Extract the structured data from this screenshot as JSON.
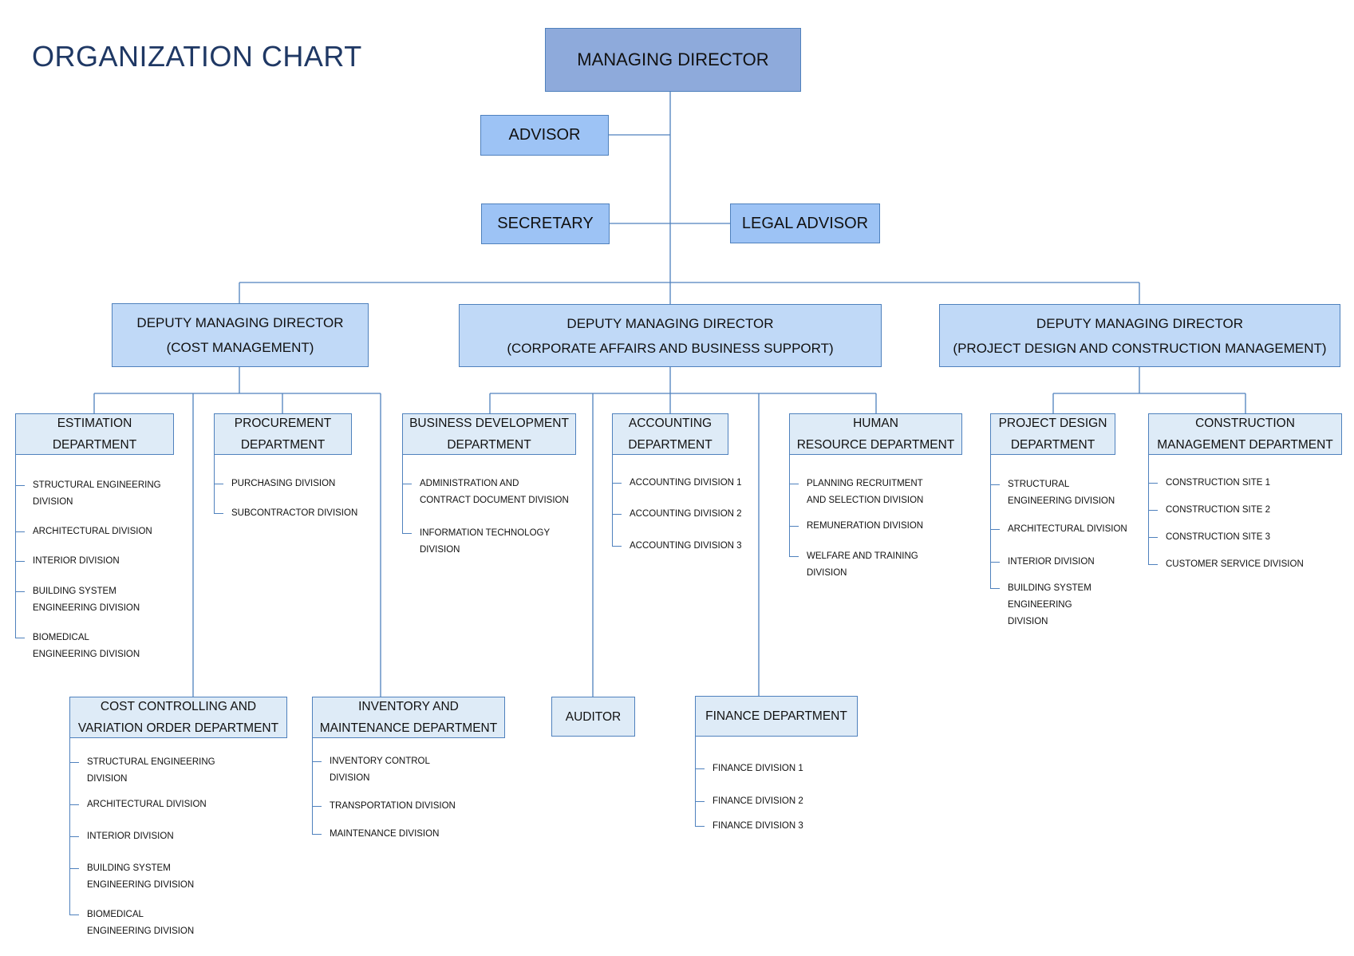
{
  "page_title": "ORGANIZATION CHART",
  "colors": {
    "line": "#4f81bd",
    "title": "#1f3864",
    "top_box": "#8eaadb",
    "staff_box": "#9dc3f5",
    "deputy_box": "#c0d9f7",
    "dept_box": "#deebf7"
  },
  "managing_director": {
    "label": "MANAGING DIRECTOR"
  },
  "advisor": {
    "label": "ADVISOR"
  },
  "secretary": {
    "label": "SECRETARY"
  },
  "legal_advisor": {
    "label": "LEGAL ADVISOR"
  },
  "deputies": [
    {
      "line1": "DEPUTY MANAGING DIRECTOR",
      "line2": "(COST MANAGEMENT)"
    },
    {
      "line1": "DEPUTY MANAGING DIRECTOR",
      "line2": "(CORPORATE AFFAIRS AND BUSINESS SUPPORT)"
    },
    {
      "line1": "DEPUTY MANAGING DIRECTOR",
      "line2": "(PROJECT DESIGN AND CONSTRUCTION MANAGEMENT)"
    }
  ],
  "departments": {
    "estimation": {
      "line1": "ESTIMATION",
      "line2": "DEPARTMENT",
      "divisions": [
        [
          "STRUCTURAL ENGINEERING",
          "DIVISION"
        ],
        [
          "ARCHITECTURAL DIVISION"
        ],
        [
          "INTERIOR DIVISION"
        ],
        [
          "BUILDING SYSTEM",
          "ENGINEERING DIVISION"
        ],
        [
          "BIOMEDICAL",
          "ENGINEERING DIVISION"
        ]
      ]
    },
    "procurement": {
      "line1": "PROCUREMENT",
      "line2": "DEPARTMENT",
      "divisions": [
        [
          "PURCHASING DIVISION"
        ],
        [
          "SUBCONTRACTOR DIVISION"
        ]
      ]
    },
    "cost_controlling": {
      "line1": "COST CONTROLLING AND",
      "line2": "VARIATION ORDER DEPARTMENT",
      "divisions": [
        [
          "STRUCTURAL ENGINEERING",
          "DIVISION"
        ],
        [
          "ARCHITECTURAL DIVISION"
        ],
        [
          "INTERIOR DIVISION"
        ],
        [
          "BUILDING SYSTEM",
          "ENGINEERING DIVISION"
        ],
        [
          "BIOMEDICAL",
          "ENGINEERING DIVISION"
        ]
      ]
    },
    "inventory": {
      "line1": "INVENTORY AND",
      "line2": "MAINTENANCE DEPARTMENT",
      "divisions": [
        [
          "INVENTORY CONTROL",
          "DIVISION"
        ],
        [
          "TRANSPORTATION DIVISION"
        ],
        [
          "MAINTENANCE DIVISION"
        ]
      ]
    },
    "business_development": {
      "line1": "BUSINESS DEVELOPMENT",
      "line2": "DEPARTMENT",
      "divisions": [
        [
          "ADMINISTRATION AND",
          "CONTRACT DOCUMENT DIVISION"
        ],
        [
          "INFORMATION TECHNOLOGY",
          "DIVISION"
        ]
      ]
    },
    "accounting": {
      "line1": "ACCOUNTING",
      "line2": "DEPARTMENT",
      "divisions": [
        [
          "ACCOUNTING DIVISION 1"
        ],
        [
          "ACCOUNTING DIVISION 2"
        ],
        [
          "ACCOUNTING DIVISION 3"
        ]
      ]
    },
    "human_resource": {
      "line1": "HUMAN",
      "line2": "RESOURCE DEPARTMENT",
      "divisions": [
        [
          "PLANNING RECRUITMENT",
          "AND SELECTION DIVISION"
        ],
        [
          "REMUNERATION DIVISION"
        ],
        [
          "WELFARE AND TRAINING",
          "DIVISION"
        ]
      ]
    },
    "auditor": {
      "label": "AUDITOR"
    },
    "finance": {
      "label": "FINANCE DEPARTMENT",
      "divisions": [
        [
          "FINANCE DIVISION 1"
        ],
        [
          "FINANCE DIVISION 2"
        ],
        [
          "FINANCE DIVISION 3"
        ]
      ]
    },
    "project_design": {
      "line1": "PROJECT DESIGN",
      "line2": "DEPARTMENT",
      "divisions": [
        [
          "STRUCTURAL",
          "ENGINEERING DIVISION"
        ],
        [
          "ARCHITECTURAL DIVISION"
        ],
        [
          "INTERIOR DIVISION"
        ],
        [
          "BUILDING SYSTEM",
          "ENGINEERING",
          "DIVISION"
        ]
      ]
    },
    "construction_management": {
      "line1": "CONSTRUCTION",
      "line2": "MANAGEMENT DEPARTMENT",
      "divisions": [
        [
          "CONSTRUCTION SITE 1"
        ],
        [
          "CONSTRUCTION SITE 2"
        ],
        [
          "CONSTRUCTION SITE 3"
        ],
        [
          "CUSTOMER SERVICE DIVISION"
        ]
      ]
    }
  }
}
